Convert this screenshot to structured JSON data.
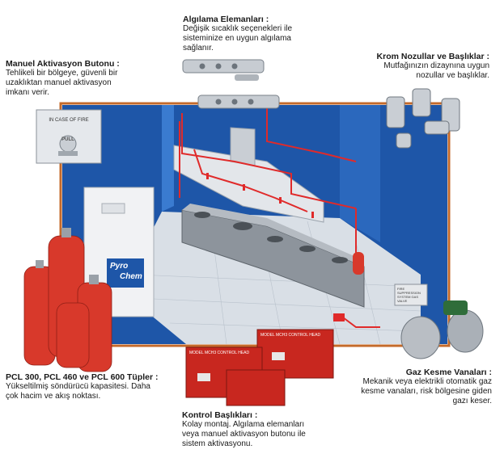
{
  "callouts": {
    "manual": {
      "title": "Manuel Aktivasyon Butonu :",
      "body": "Tehlikeli bir bölgeye, güvenli bir uzaklıktan manuel aktivasyon imkanı verir."
    },
    "detection": {
      "title": "Algılama Elemanları :",
      "body": "Değişik sıcaklık seçenekleri ile sisteminize en uygun algılama sağlanır."
    },
    "nozzles": {
      "title": "Krom Nozullar ve Başlıklar :",
      "body": "Mutfağınızın dizaynına uygun nozullar ve başlıklar."
    },
    "cylinders": {
      "title": "PCL 300, PCL 460 ve PCL 600 Tüpler :",
      "body": "Yükseltilmiş söndürücü kapasitesi. Daha çok hacim ve akış noktası."
    },
    "control": {
      "title": "Kontrol Başlıkları :",
      "body": "Kolay montaj. Algılama elemanları veya manuel aktivasyon butonu ile sistem aktivasyonu."
    },
    "gas": {
      "title": "Gaz Kesme Vanaları :",
      "body": "Mekanik veya elektrikli otomatik gaz kesme vanaları, risk bölgesine giden gazı keser."
    }
  },
  "labels": {
    "pull_box": "IN CASE OF FIRE",
    "pull_box_action": "PULL",
    "brand_line1": "Pyro",
    "brand_line2": "Chem",
    "control_head": "MODEL MCH3 CONTROL HEAD",
    "gas_valve_tag": "FIRE SUPPRESSION SYSTEM GAS VALVE"
  },
  "colors": {
    "room_blue": "#1e56a8",
    "floor": "#d9dfe6",
    "pipe_red": "#e02a2a",
    "cylinder_red": "#d8392b",
    "frame_orange": "#c46a2a"
  }
}
